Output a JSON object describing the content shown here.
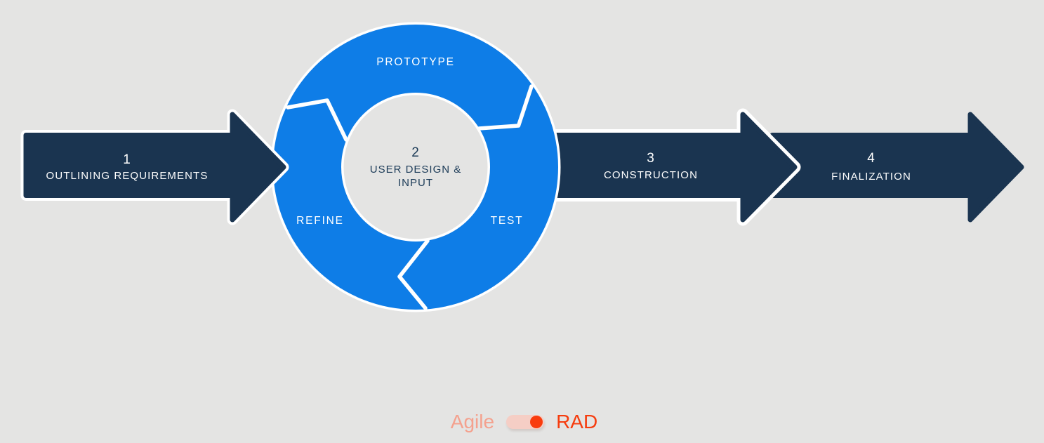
{
  "stages": {
    "stage1": {
      "number": "1",
      "label": "OUTLINING REQUIREMENTS"
    },
    "stage2": {
      "number": "2",
      "label_line1": "USER DESIGN &",
      "label_line2": "INPUT"
    },
    "stage3": {
      "number": "3",
      "label": "CONSTRUCTION"
    },
    "stage4": {
      "number": "4",
      "label": "FINALIZATION"
    }
  },
  "cycle": {
    "top": "PROTOTYPE",
    "right": "TEST",
    "left": "REFINE"
  },
  "toggle": {
    "left_label": "Agile",
    "right_label": "RAD",
    "selected": "RAD"
  },
  "colors": {
    "background": "#e4e4e3",
    "arrow_navy": "#1a3450",
    "cycle_blue": "#0e7de7",
    "text_on_dark": "#ffffff",
    "center_text": "#1b3a57",
    "agile_label": "#f4a18e",
    "rad_label": "#f63c0e",
    "toggle_track": "#f5cec5",
    "toggle_knob": "#f93c0e"
  }
}
